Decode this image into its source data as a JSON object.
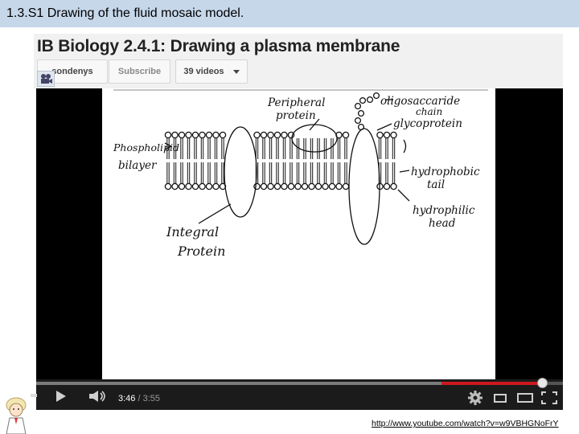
{
  "slide": {
    "title": "1.3.S1 Drawing of the fluid mosaic model."
  },
  "video": {
    "title": "IB Biology 2.4.1: Drawing a plasma membrane",
    "channel_button": "sondenys",
    "subscribe_button": "Subscribe",
    "videos_button": "39 videos",
    "camera_icon": "video-camera-icon"
  },
  "diagram": {
    "labels": {
      "peripheral": [
        "Peripheral",
        "protein"
      ],
      "oligo": [
        "oligosaccaride",
        "chain"
      ],
      "glyco": "glycoprotein",
      "phospho": [
        "Phospholipid",
        "bilayer"
      ],
      "hydrophobic": [
        "hydrophobic",
        "tail"
      ],
      "hydrophilic": [
        "hydrophilic",
        "head"
      ],
      "integral": [
        "Integral",
        "Protein"
      ]
    }
  },
  "player": {
    "time_current": "3:46",
    "time_sep": " / ",
    "time_total": "3:55",
    "progress_fraction": 0.96,
    "buffer_fraction": 0.96,
    "played_color": "#cc181e",
    "icons": [
      "play-icon",
      "volume-icon",
      "settings-gear-icon",
      "small-player-icon",
      "large-player-icon",
      "fullscreen-icon"
    ]
  },
  "source_url": "http://www.youtube.com/watch?v=w9VBHGNoFrY"
}
